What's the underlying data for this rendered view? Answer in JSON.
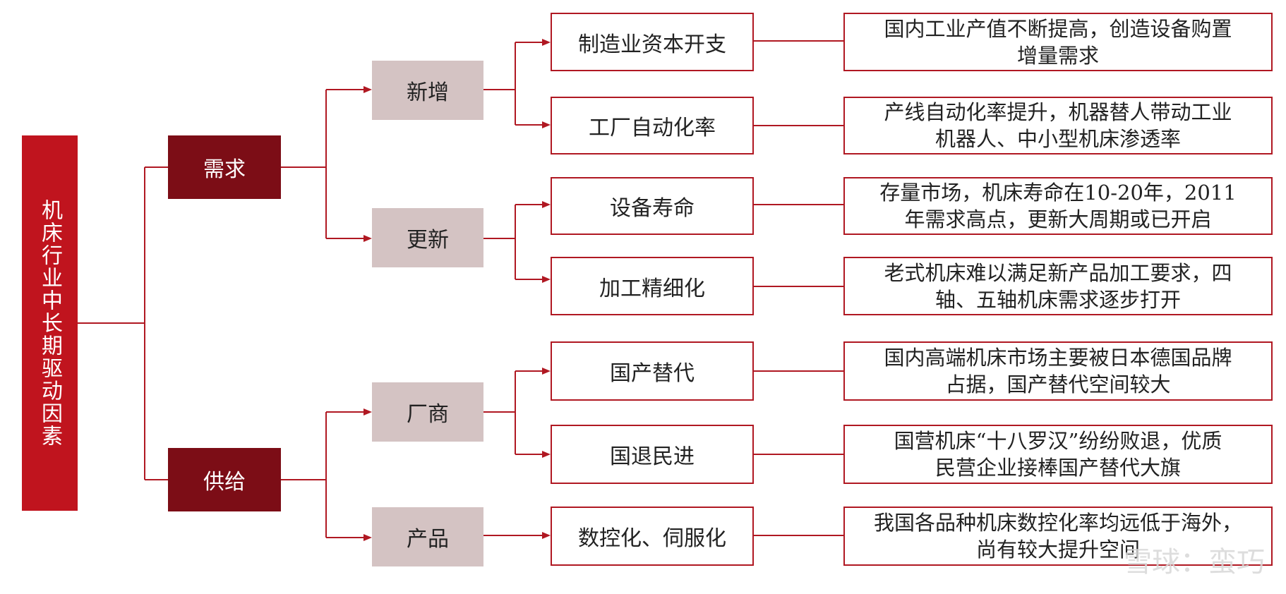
{
  "root": {
    "label": "机床行业中长期驱动因素"
  },
  "branches": [
    {
      "label": "需求",
      "groups": [
        {
          "label": "新增",
          "factors": [
            {
              "label": "制造业资本开支",
              "desc": [
                "国内工业产值不断提高，创造设备购置",
                "增量需求"
              ]
            },
            {
              "label": "工厂自动化率",
              "desc": [
                "产线自动化率提升，机器替人带动工业",
                "机器人、中小型机床渗透率"
              ]
            }
          ]
        },
        {
          "label": "更新",
          "factors": [
            {
              "label": "设备寿命",
              "desc": [
                "存量市场，机床寿命在10-20年，2011",
                "年需求高点，更新大周期或已开启"
              ]
            },
            {
              "label": "加工精细化",
              "desc": [
                "老式机床难以满足新产品加工要求，四",
                "轴、五轴机床需求逐步打开"
              ]
            }
          ]
        }
      ]
    },
    {
      "label": "供给",
      "groups": [
        {
          "label": "厂商",
          "factors": [
            {
              "label": "国产替代",
              "desc": [
                "国内高端机床市场主要被日本德国品牌",
                "占据，国产替代空间较大"
              ]
            },
            {
              "label": "国退民进",
              "desc": [
                "国营机床“十八罗汉”纷纷败退，优质",
                "民营企业接棒国产替代大旗"
              ]
            }
          ]
        },
        {
          "label": "产品",
          "factors": [
            {
              "label": "数控化、伺服化",
              "desc": [
                "我国各品种机床数控化率均远低于海外，",
                "尚有较大提升空间"
              ]
            }
          ]
        }
      ]
    }
  ],
  "watermark": "雪球：蛮巧",
  "colors": {
    "root": "#c0141e",
    "level1": "#7c0d16",
    "level2": "#d4c3c3",
    "line": "#b01822"
  }
}
